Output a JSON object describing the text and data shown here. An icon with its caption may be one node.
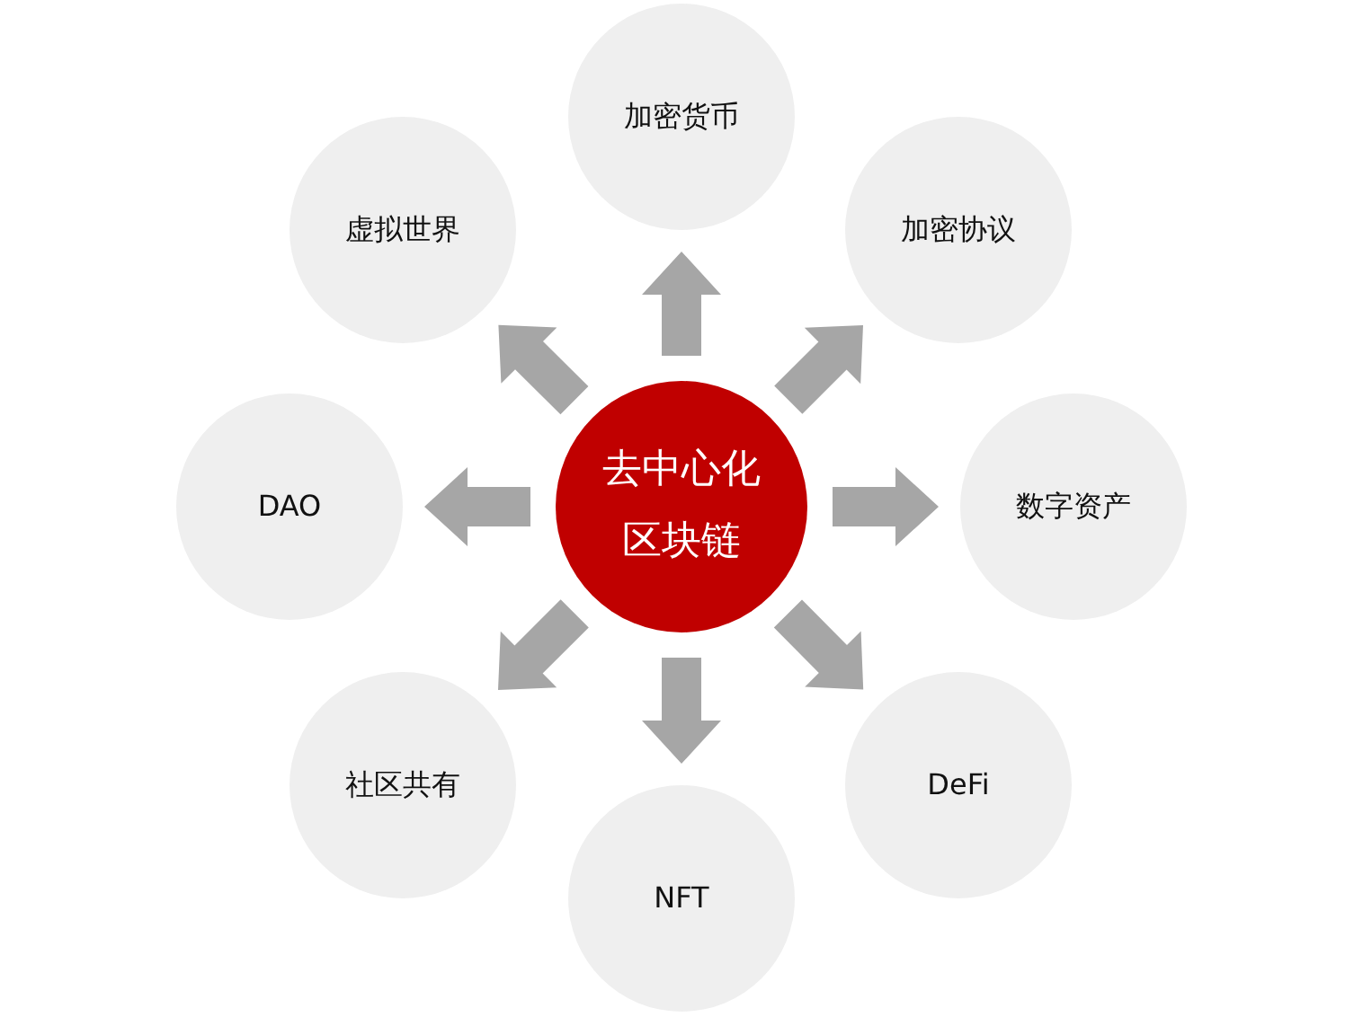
{
  "diagram": {
    "nodes": [
      {
        "text": [
          "去中心化区块链"
        ]
      },
      {
        "text": [
          "加密货币"
        ]
      },
      {
        "text": [
          "加密协议"
        ]
      },
      {
        "text": [
          "数字资产"
        ]
      },
      {
        "text": [
          "DeFi"
        ]
      },
      {
        "text": [
          "NFT"
        ]
      },
      {
        "text": [
          "社区共有"
        ]
      },
      {
        "text": [
          "DAO"
        ]
      },
      {
        "text": [
          "虚拟世界"
        ]
      }
    ],
    "edges": [
      {
        "from": 0,
        "to": 1,
        "arrow": "to"
      },
      {
        "from": 0,
        "to": 2,
        "arrow": "to"
      },
      {
        "from": 0,
        "to": 3,
        "arrow": "to"
      },
      {
        "from": 0,
        "to": 4,
        "arrow": "to"
      },
      {
        "from": 0,
        "to": 5,
        "arrow": "to"
      },
      {
        "from": 0,
        "to": 6,
        "arrow": "to"
      },
      {
        "from": 0,
        "to": 7,
        "arrow": "to"
      },
      {
        "from": 0,
        "to": 8,
        "arrow": "to"
      }
    ]
  }
}
